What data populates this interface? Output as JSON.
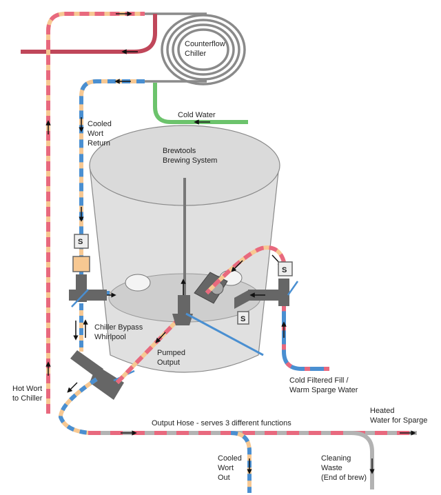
{
  "labels": {
    "counterflow_chiller": [
      "Counterflow",
      "Chiller"
    ],
    "cold_water": "Cold Water",
    "cooled_wort_return": [
      "Cooled",
      "Wort",
      "Return"
    ],
    "brewtools": [
      "Brewtools",
      "Brewing System"
    ],
    "chiller_bypass": [
      "Chiller Bypass",
      "Whirlpool"
    ],
    "pumped_output": [
      "Pumped",
      "Output"
    ],
    "cold_filtered": [
      "Cold Filtered Fill /",
      "Warm Sparge Water"
    ],
    "hot_wort": [
      "Hot Wort",
      "to Chiller"
    ],
    "output_hose": "Output Hose - serves 3 different functions",
    "heated_water": [
      "Heated",
      "Water for Sparge"
    ],
    "cooled_wort_out": [
      "Cooled",
      "Wort",
      "Out"
    ],
    "cleaning_waste": [
      "Cleaning",
      "Waste",
      "(End of brew)"
    ],
    "sensor_mark": "S"
  },
  "colors": {
    "wort_hot": "#e8697e",
    "wort_warm": "#f7c892",
    "cold_blue": "#4a8fd1",
    "cold_water_green": "#6cc36c",
    "return_red": "#c0475a",
    "hose_gray": "#b3b3b3",
    "pipe_gray": "#8a8a8a",
    "fitting": "#666666",
    "tank_fill": "#d3d3d3",
    "tank_stroke": "#888888"
  }
}
